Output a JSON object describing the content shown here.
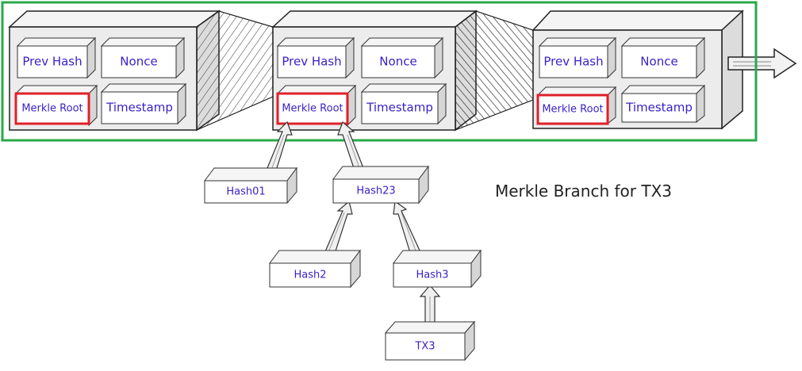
{
  "blocks": [
    {
      "prev_hash": "Prev Hash",
      "nonce": "Nonce",
      "merkle_root": "Merkle Root",
      "timestamp": "Timestamp"
    },
    {
      "prev_hash": "Prev Hash",
      "nonce": "Nonce",
      "merkle_root": "Merkle Root",
      "timestamp": "Timestamp"
    },
    {
      "prev_hash": "Prev Hash",
      "nonce": "Nonce",
      "merkle_root": "Merkle Root",
      "timestamp": "Timestamp"
    }
  ],
  "tree": {
    "hash01": "Hash01",
    "hash23": "Hash23",
    "hash2": "Hash2",
    "hash3": "Hash3",
    "tx3": "TX3"
  },
  "caption": "Merkle Branch for TX3",
  "colors": {
    "frame": "#2aa84a",
    "highlight": "#e0202a",
    "text": "#3a22c9"
  }
}
